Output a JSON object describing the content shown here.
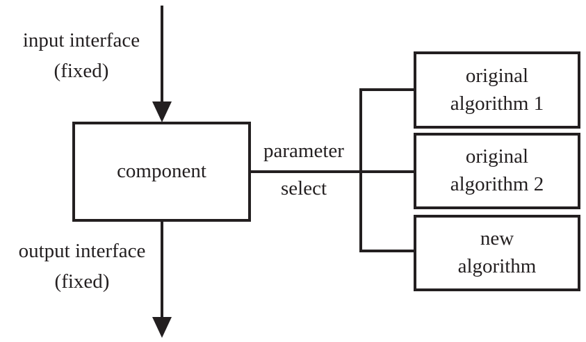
{
  "input_interface": {
    "line1": "input interface",
    "line2": "(fixed)"
  },
  "output_interface": {
    "line1": "output interface",
    "line2": "(fixed)"
  },
  "component": {
    "label": "component"
  },
  "parameter_select": {
    "line1": "parameter",
    "line2": "select"
  },
  "algorithms": [
    {
      "line1": "original",
      "line2": "algorithm 1"
    },
    {
      "line1": "original",
      "line2": "algorithm 2"
    },
    {
      "line1": "new",
      "line2": "algorithm"
    }
  ],
  "colors": {
    "stroke": "#231f20",
    "background": "#ffffff"
  }
}
